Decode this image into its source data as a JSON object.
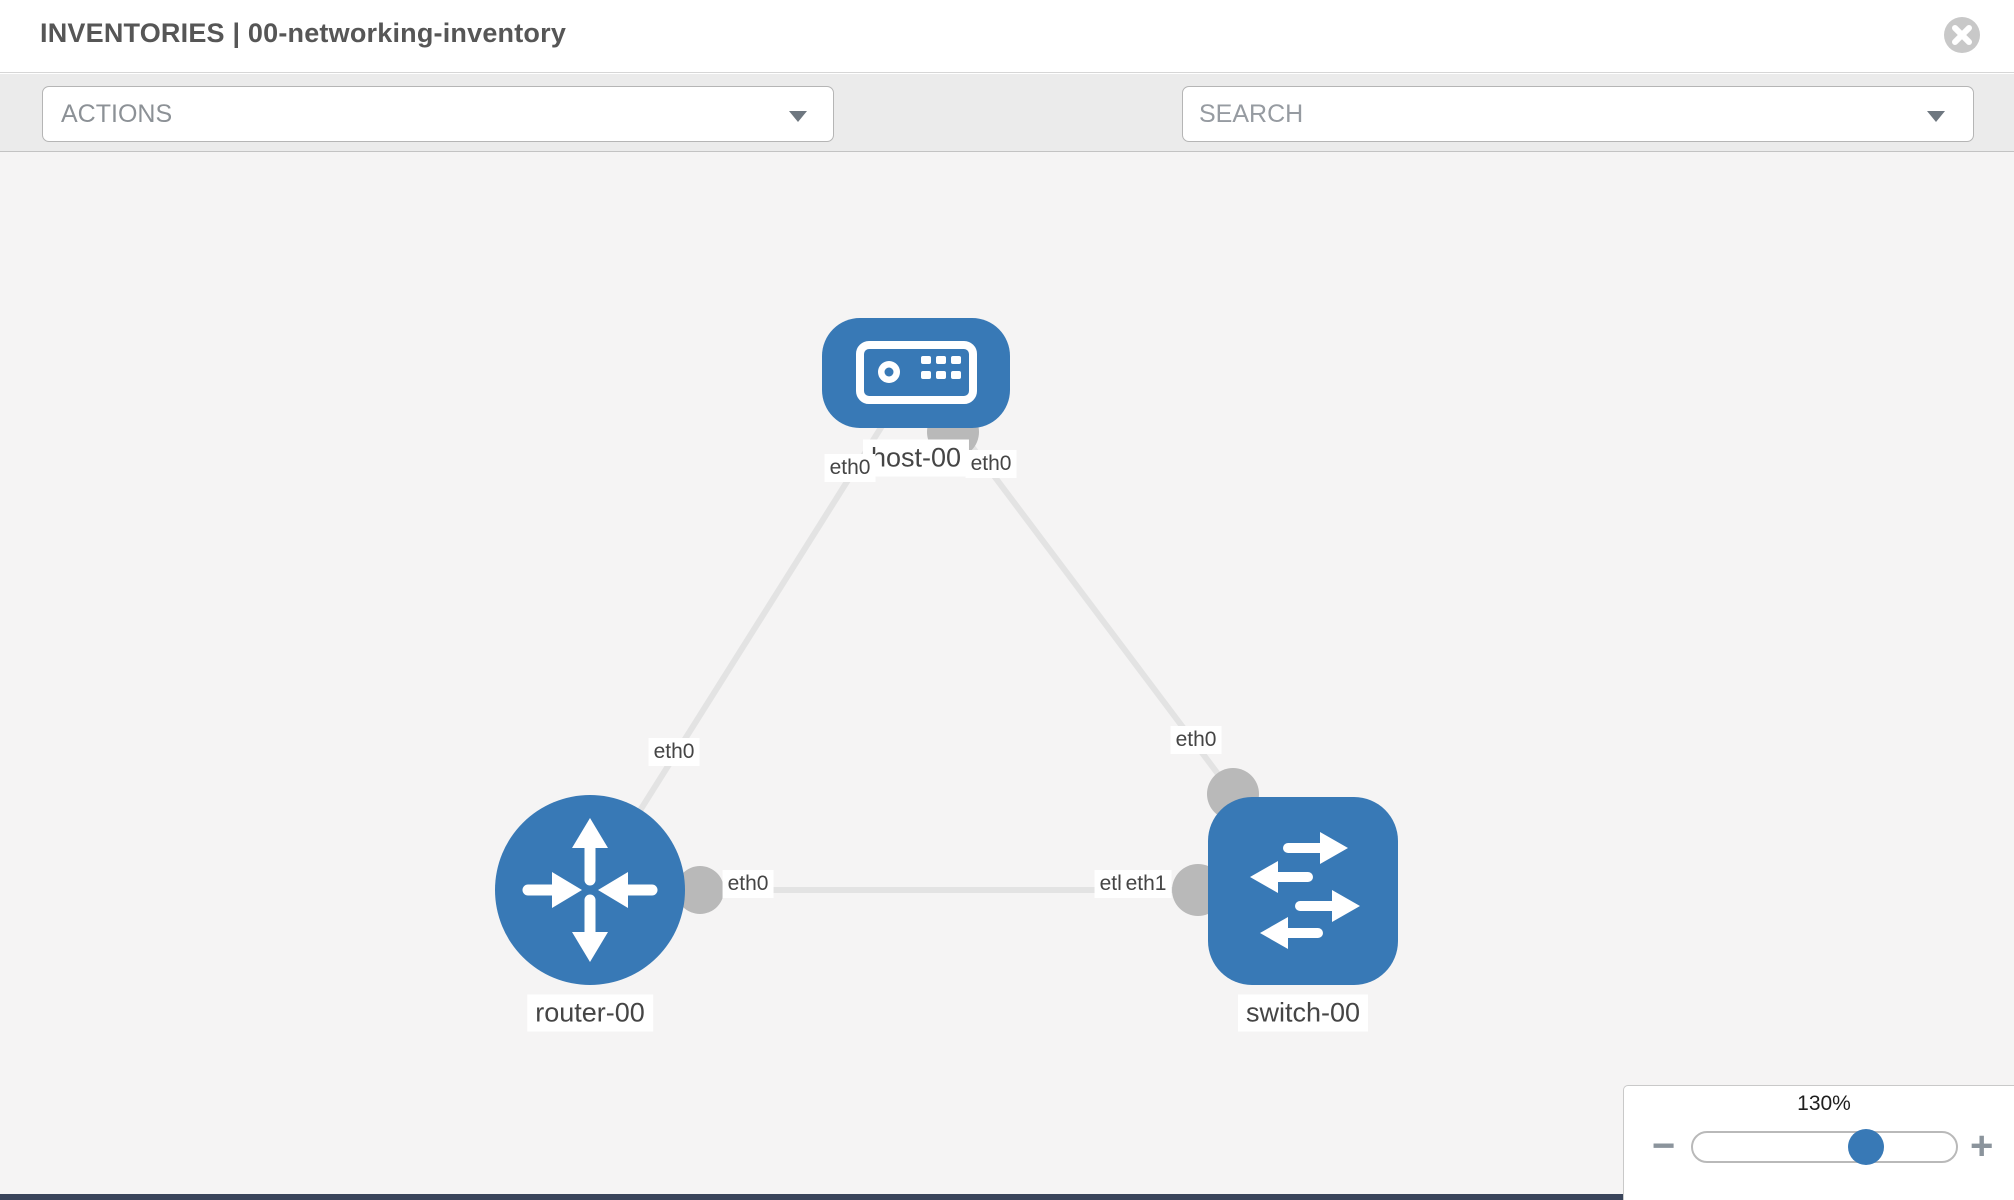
{
  "window": {
    "title": "INVENTORIES | 00-networking-inventory"
  },
  "toolbar": {
    "actions_label": "ACTIONS",
    "search_placeholder": "SEARCH",
    "icons": [
      "wrench-icon",
      "key-icon"
    ]
  },
  "topology": {
    "nodes": [
      {
        "label": "host-00",
        "type": "host"
      },
      {
        "label": "router-00",
        "type": "router"
      },
      {
        "label": "switch-00",
        "type": "switch"
      }
    ],
    "links": [
      {
        "from": "host-00",
        "from_if": "eth0",
        "to": "router-00",
        "to_if": "eth0"
      },
      {
        "from": "host-00",
        "from_if": "eth0",
        "to": "switch-00",
        "to_if": "eth0"
      },
      {
        "from": "router-00",
        "from_if": "eth0",
        "to": "switch-00",
        "to_if": "eth1"
      }
    ],
    "iface_labels": [
      {
        "text": "eth0"
      },
      {
        "text": "eth0"
      },
      {
        "text": "eth0"
      },
      {
        "text": "eth0"
      },
      {
        "text": "eth0"
      },
      {
        "text": "eth0"
      },
      {
        "text": "eth1"
      }
    ]
  },
  "zoom_control": {
    "value": "130%",
    "minus": "−",
    "plus": "+"
  },
  "colors": {
    "node_blue": "#3879b6",
    "link_gray": "#e3e3e3",
    "connector_gray": "#b9b9b9",
    "toolbar_gray": "#ebebeb",
    "canvas_gray": "#f5f4f4"
  }
}
